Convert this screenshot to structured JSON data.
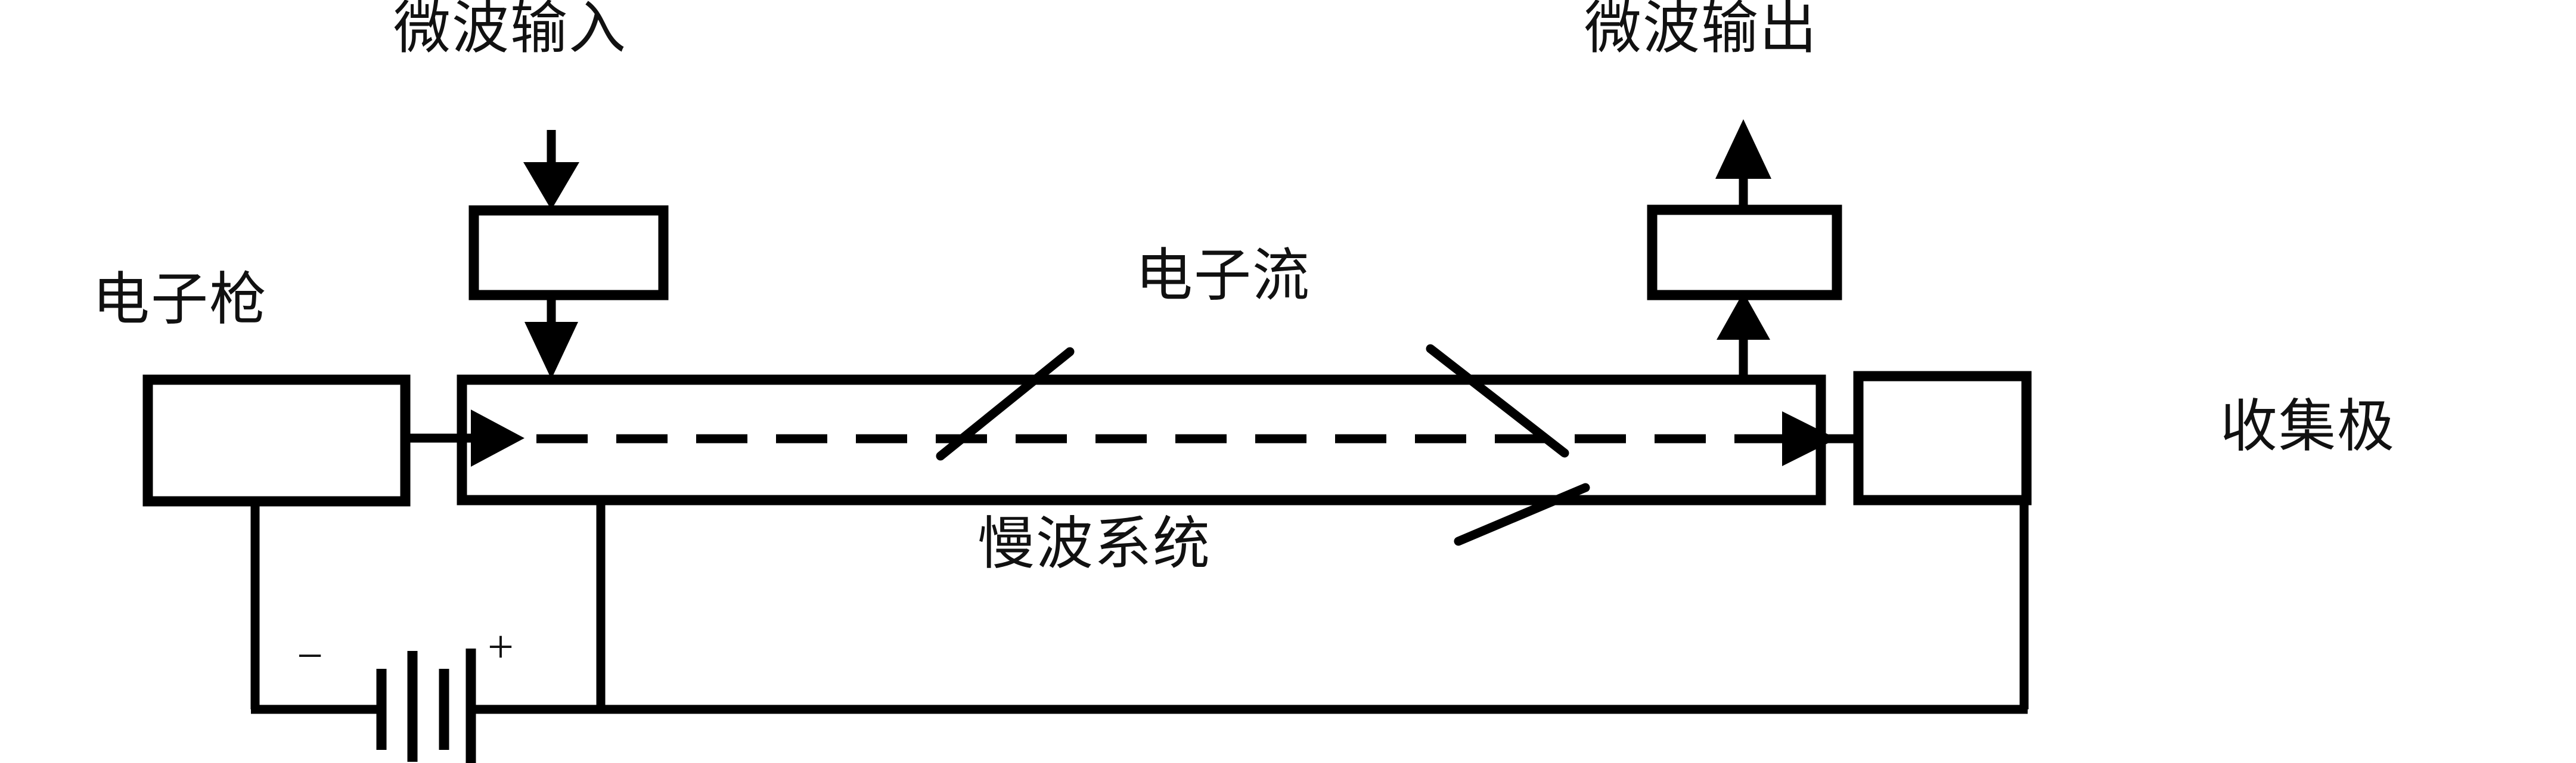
{
  "diagram": {
    "title_text": "",
    "background_color": "#ffffff",
    "stroke_color": "#000000",
    "labels": {
      "microwave_input": "微波输入",
      "microwave_output": "微波输出",
      "electron_gun": "电子枪",
      "electron_beam": "电子流",
      "slow_wave_system": "慢波系统",
      "collector": "收集极"
    },
    "battery": {
      "negative_sign": "−",
      "positive_sign": "+"
    },
    "blocks": [
      {
        "name": "electron-gun-block",
        "label_ref": "electron_gun"
      },
      {
        "name": "input-coupler-block",
        "label_ref": "microwave_input"
      },
      {
        "name": "slow-wave-tube-block",
        "label_ref": "slow_wave_system"
      },
      {
        "name": "output-coupler-block",
        "label_ref": "microwave_output"
      },
      {
        "name": "collector-block",
        "label_ref": "collector"
      }
    ],
    "arrows": [
      {
        "name": "microwave-input-top-arrow",
        "direction": "down"
      },
      {
        "name": "microwave-input-bottom-arrow",
        "direction": "down"
      },
      {
        "name": "electron-beam-entry-arrow",
        "direction": "right"
      },
      {
        "name": "electron-beam-exit-arrow",
        "direction": "right"
      },
      {
        "name": "microwave-output-bottom-arrow",
        "direction": "up"
      },
      {
        "name": "microwave-output-top-arrow",
        "direction": "up"
      }
    ]
  }
}
